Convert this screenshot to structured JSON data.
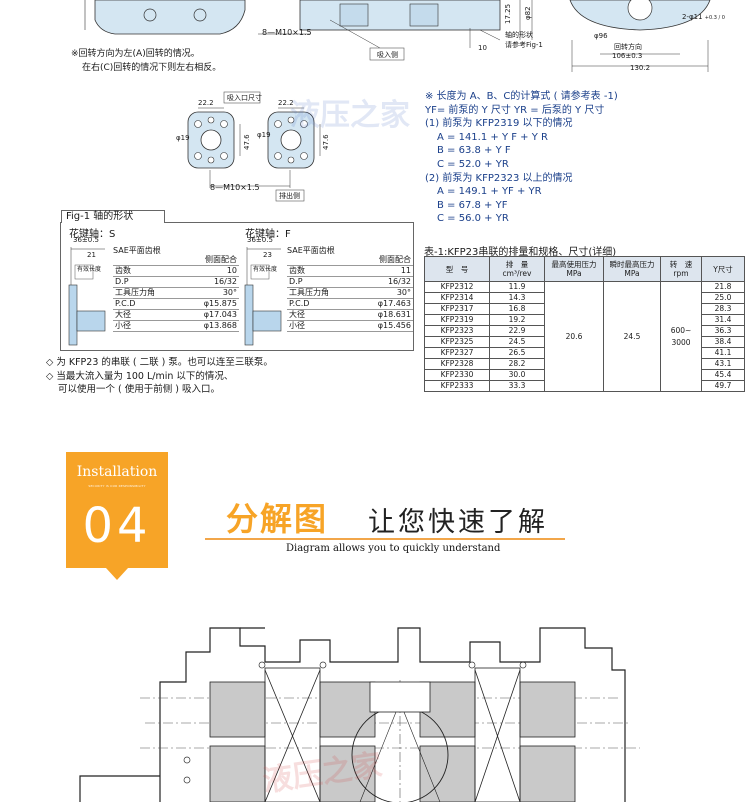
{
  "top_drawing": {
    "dim_m10_a": "8—M10×1.5",
    "dim_1725": "17.25",
    "dim_82": "φ82",
    "dim_10": "10",
    "shaft_shape_ref_1": "轴的形状",
    "shaft_shape_ref_2": "请参考Fig-1",
    "suction_side": "吸入侧",
    "dim_96": "φ96",
    "dim_hole": "2-φ11",
    "dim_hole_tol": "+0.3 / 0",
    "rotation_dir": "回转方向",
    "dim_106": "106±0.3",
    "dim_1302": "130.2",
    "rotation_note_1": "※回转方向为左(A)回转的情况。",
    "rotation_note_2": "在右(C)回转的情况下则左右相反。"
  },
  "ports": {
    "inlet_label": "吸入口尺寸",
    "outlet_label": "排出侧",
    "dim_222a": "22.2",
    "dim_19a": "φ19",
    "dim_476a": "47.6",
    "dim_222b": "22.2",
    "dim_19b": "φ19",
    "dim_476b": "47.6",
    "dim_m10_b": "8—M10×1.5"
  },
  "formula": {
    "lines": [
      "※ 长度为 A、B、C的计算式 ( 请参考表 -1)",
      "YF= 前泵的 Y 尺寸    YR = 后泵的 Y 尺寸",
      "(1) 前泵为 KFP2319 以下的情况",
      "A = 141.1 + Y F + Y R",
      "B = 63.8 + Y F",
      "C = 52.0 + YR",
      "(2) 前泵为 KFP2323 以上的情况",
      "A = 149.1 + YF + YR",
      "B = 67.8 + YF",
      "C = 56.0 + YR"
    ]
  },
  "fig1": {
    "title": "Fig-1  轴的形状",
    "left": {
      "title": "花键轴：S",
      "dim_a": "36±0.5",
      "dim_b": "21",
      "eff_len": "有效长度",
      "sae_title": "SAE平面齿根",
      "col_header": "侧面配合",
      "rows": [
        {
          "label": "齿数",
          "value": "10"
        },
        {
          "label": "D.P",
          "value": "16/32"
        },
        {
          "label": "工具压力角",
          "value": "30°"
        },
        {
          "label": "P.C.D",
          "value": "φ15.875"
        },
        {
          "label": "大径",
          "value": "φ17.043"
        },
        {
          "label": "小径",
          "value": "φ13.868"
        }
      ]
    },
    "right": {
      "title": "花键轴：F",
      "dim_a": "36±0.5",
      "dim_b": "23",
      "eff_len": "有效长度",
      "sae_title": "SAE平面齿根",
      "col_header": "侧面配合",
      "rows": [
        {
          "label": "齿数",
          "value": "11"
        },
        {
          "label": "D.P",
          "value": "16/32"
        },
        {
          "label": "工具压力角",
          "value": "30°"
        },
        {
          "label": "P.C.D",
          "value": "φ17.463"
        },
        {
          "label": "大径",
          "value": "φ18.631"
        },
        {
          "label": "小径",
          "value": "φ15.456"
        }
      ]
    }
  },
  "bullet_notes": [
    "◇ 为 KFP23 的串联 ( 二联 ) 泵。也可以连至三联泵。",
    "◇ 当最大流入量为 100 L/min 以下的情况、",
    "可以使用一个 ( 使用于前侧 ) 吸入口。"
  ],
  "series_table": {
    "title": "表-1:KFP23串联的排量和规格、尺寸(详细)",
    "headers": [
      "型　号",
      "排　量\ncm³/rev",
      "最高使用压力\nMPa",
      "瞬时最高压力\nMPa",
      "转　速\nrpm",
      "Y尺寸"
    ],
    "models": [
      "KFP2312",
      "KFP2314",
      "KFP2317",
      "KFP2319",
      "KFP2323",
      "KFP2325",
      "KFP2327",
      "KFP2328",
      "KFP2330",
      "KFP2333"
    ],
    "displacement": [
      "11.9",
      "14.3",
      "16.8",
      "19.2",
      "22.9",
      "24.5",
      "26.5",
      "28.2",
      "30.0",
      "33.3"
    ],
    "max_pressure": "20.6",
    "peak_pressure": "24.5",
    "speed": "600~\n3000",
    "y_dims": [
      "21.8",
      "25.0",
      "28.3",
      "31.4",
      "36.3",
      "38.4",
      "41.1",
      "43.1",
      "45.4",
      "49.7"
    ]
  },
  "section": {
    "badge_title": "Installation",
    "badge_sub": "SECURITY IS OUR RESPONSIBILITY",
    "badge_number": "04",
    "heading_main": "分解图",
    "heading_sub": "让您快速了解",
    "caption": "Diagram allows you to quickly understand"
  },
  "watermark": "液压之家",
  "colors": {
    "accent": "#f7a427",
    "drawing_fill": "#d4e6f2",
    "table_header": "#dde5ee"
  }
}
